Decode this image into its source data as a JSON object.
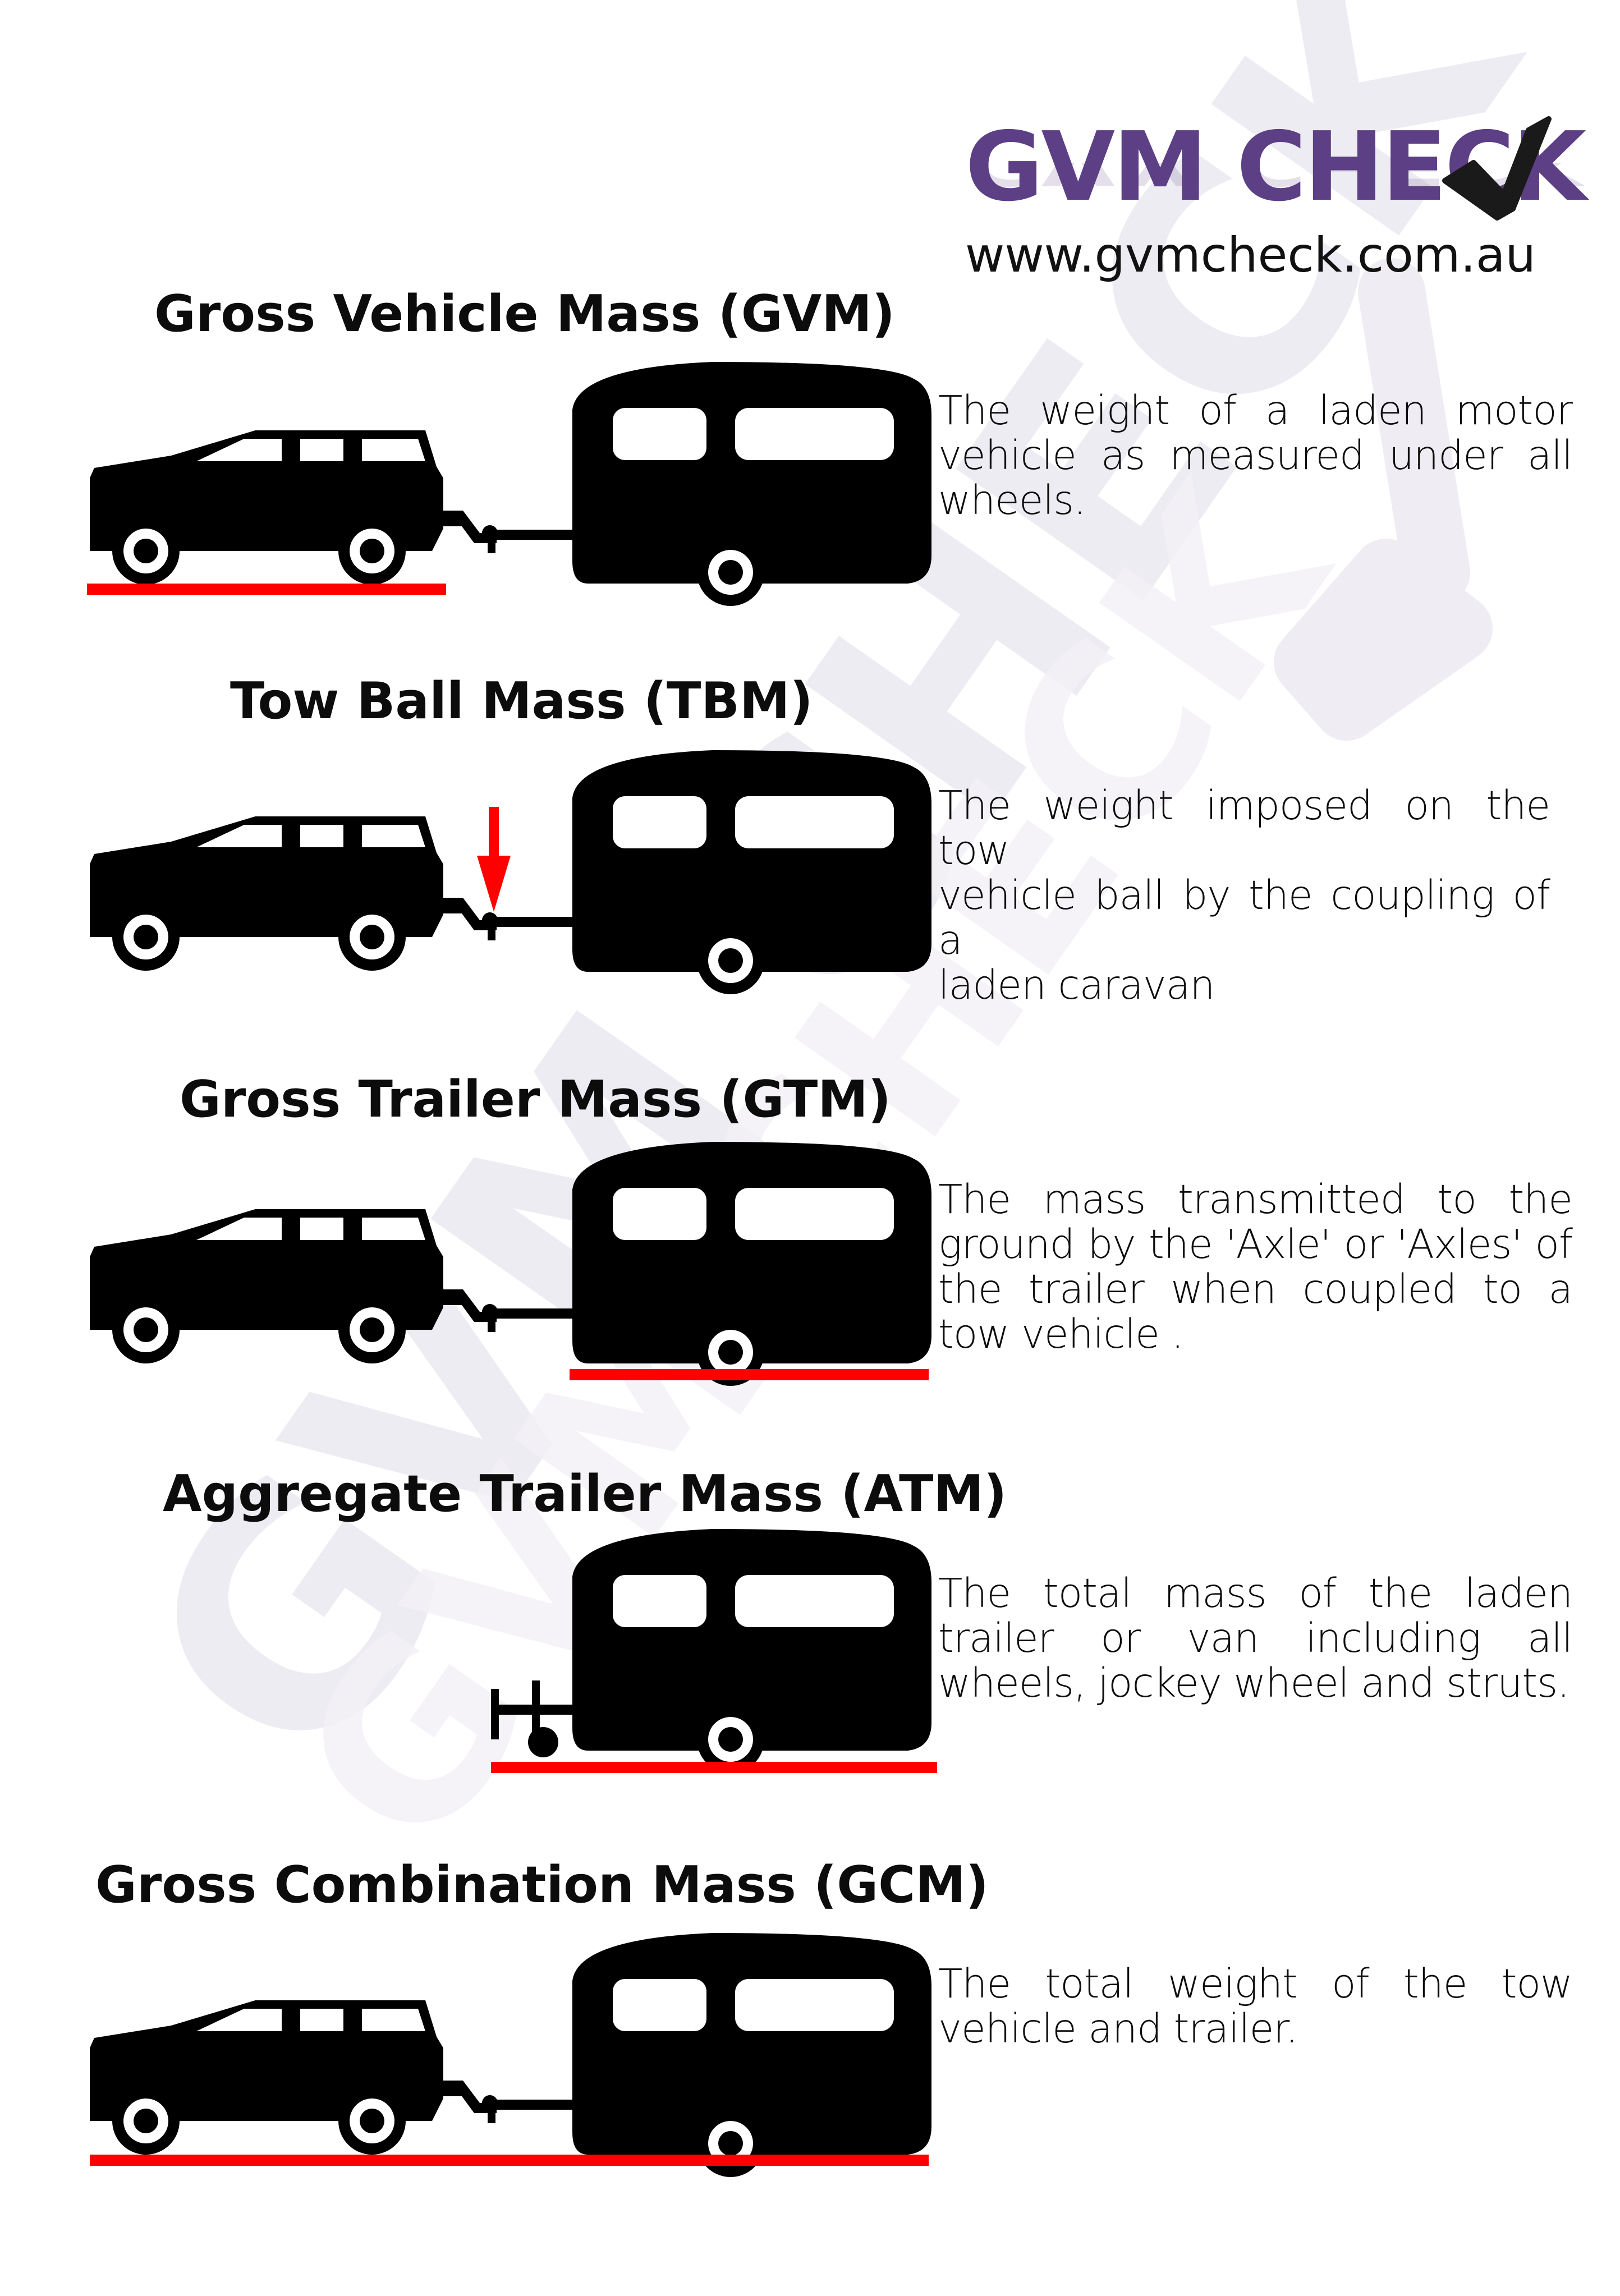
{
  "logo": {
    "title": "GVM CHECK",
    "url": "www.gvmcheck.com.au",
    "check_icon": "check-mark-icon",
    "watermark_text": "GVM CHECK",
    "colors": {
      "brand_purple": "#5c3f84",
      "check": "#1a1a1a",
      "watermark": "#ece9f1"
    }
  },
  "sections": [
    {
      "title": "Gross Vehicle Mass (GVM)",
      "description": [
        "The weight of a laden motor",
        "vehicle as measured under all",
        "wheels."
      ]
    },
    {
      "title": "Tow Ball Mass (TBM)",
      "description": [
        "The weight imposed on the tow",
        "vehicle ball by the coupling of a",
        "laden caravan"
      ]
    },
    {
      "title": "Gross Trailer Mass (GTM)",
      "description": [
        "The mass transmitted to the",
        "ground by the 'Axle' or 'Axles' of",
        "the trailer when coupled to a",
        "tow vehicle ."
      ]
    },
    {
      "title": "Aggregate Trailer Mass (ATM)",
      "description": [
        "The total mass of the laden",
        "trailer or van including all",
        "wheels, jockey wheel and struts."
      ]
    },
    {
      "title": "Gross Combination Mass (GCM)",
      "description": [
        "The total weight of the tow",
        "vehicle and trailer."
      ]
    }
  ],
  "colors": {
    "vehicle": "#000000",
    "highlight": "#ff0000",
    "wheel_rim": "#ffffff"
  }
}
